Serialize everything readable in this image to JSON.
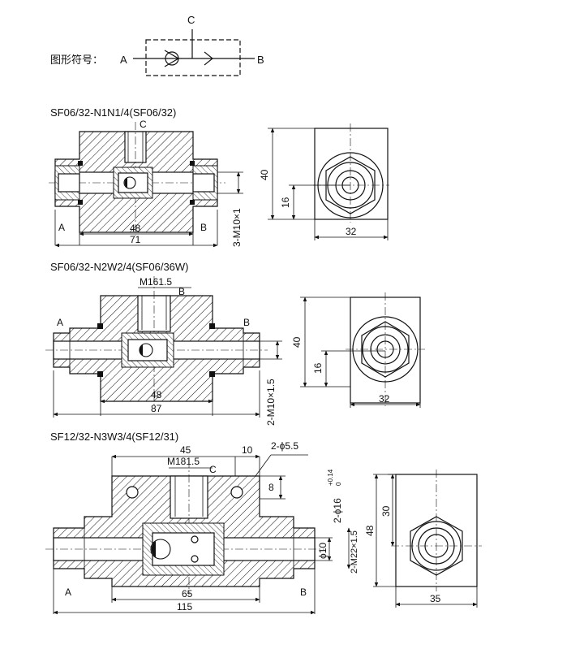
{
  "symbol": {
    "label": "图形符号：",
    "port_a": "A",
    "port_b": "B",
    "port_c": "C"
  },
  "section1": {
    "title": "SF06/32-N1N1/4(SF06/32)",
    "port_c": "C",
    "port_a": "A",
    "port_b": "B",
    "dim_48": "48",
    "dim_71": "71",
    "dim_thread": "3-M10×1",
    "dim_40": "40",
    "dim_16": "16",
    "dim_32": "32"
  },
  "section2": {
    "title": "SF06/32-N2W2/4(SF06/36W)",
    "dim_m16": "M161.5",
    "port_b_top": "B",
    "port_a": "A",
    "port_b": "B",
    "dim_48": "48",
    "dim_87": "87",
    "dim_thread": "2-M10×1.5",
    "dim_40": "40",
    "dim_16": "16",
    "dim_32": "32"
  },
  "section3": {
    "title": "SF12/32-N3W3/4(SF12/31)",
    "dim_45": "45",
    "dim_10": "10",
    "dim_phi55": "2-ϕ5.5",
    "dim_m18": "M181.5",
    "port_c": "C",
    "dim_8": "8",
    "dim_phi16": "2-ϕ16",
    "tol_upper": "+0.14",
    "tol_lower": "0",
    "dim_phi10": "ϕ10",
    "dim_m22": "2-M22×1.5",
    "dim_30": "30",
    "dim_48": "48",
    "port_a": "A",
    "port_b": "B",
    "dim_65": "65",
    "dim_115": "115",
    "dim_35": "35"
  }
}
